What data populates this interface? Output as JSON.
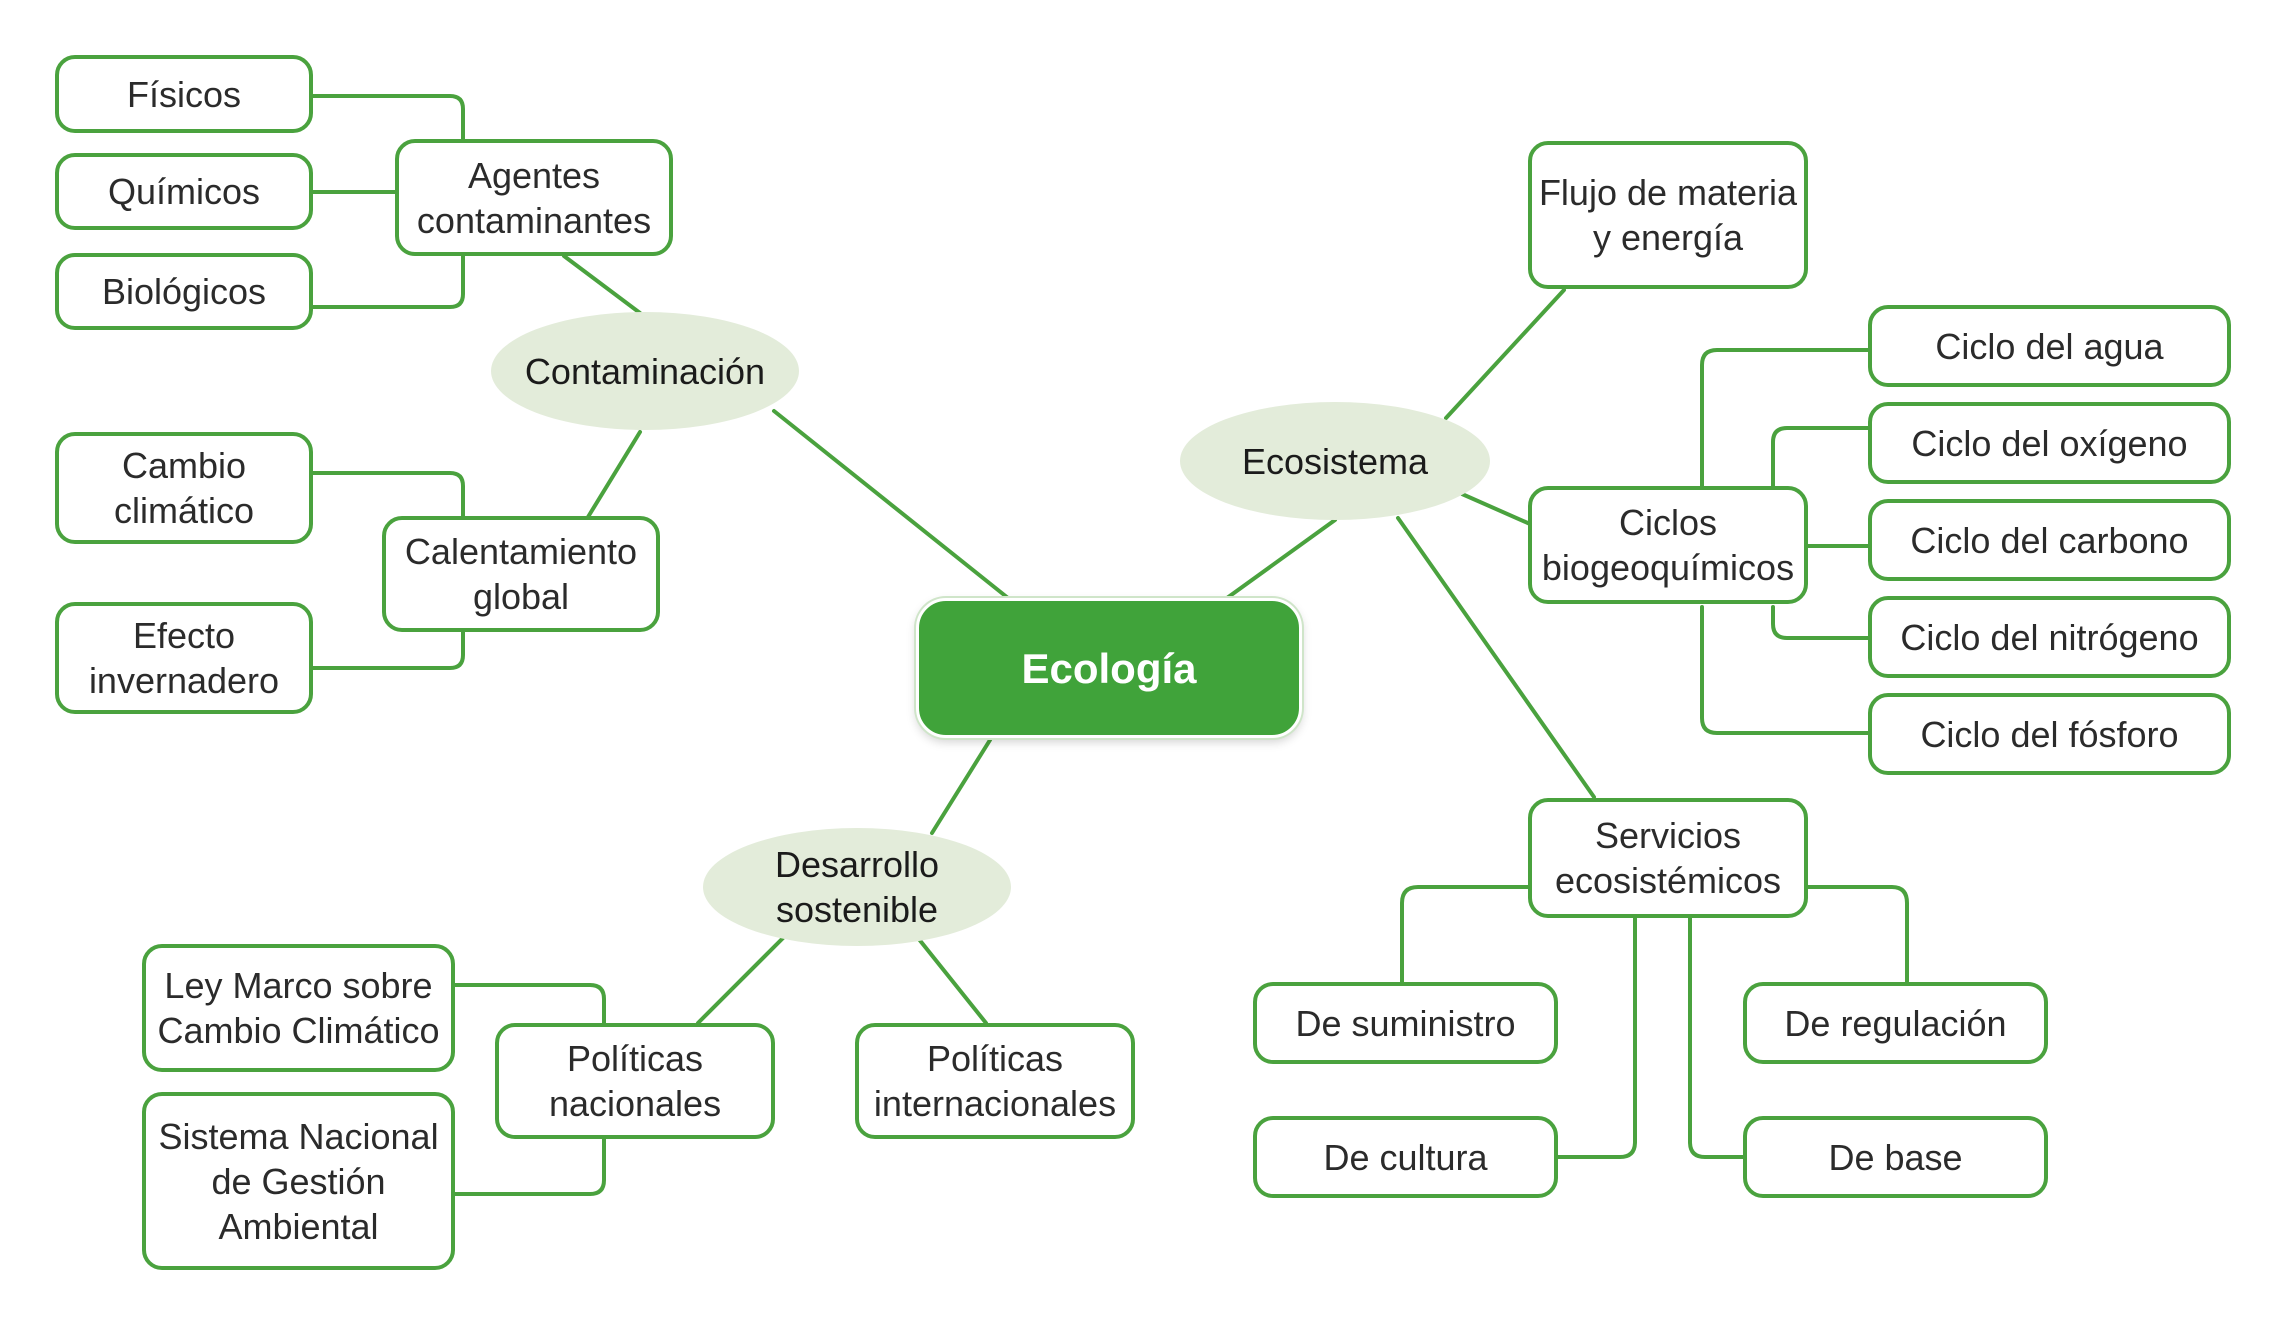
{
  "colors": {
    "accent": "#4aa23e",
    "root_fill": "#40a33a",
    "ellipse_fill": "#e3ecda"
  },
  "diagram": {
    "root": "Ecología",
    "contaminacion": {
      "label": "Contaminación",
      "agentes": {
        "label": "Agentes\ncontaminantes",
        "items": [
          "Físicos",
          "Químicos",
          "Biológicos"
        ]
      },
      "calentamiento": {
        "label": "Calentamiento\nglobal",
        "items": [
          "Cambio\nclimático",
          "Efecto\ninvernadero"
        ]
      }
    },
    "ecosistema": {
      "label": "Ecosistema",
      "flujo": "Flujo de materia\ny energía",
      "ciclos": {
        "label": "Ciclos\nbiogeoquímicos",
        "items": [
          "Ciclo del agua",
          "Ciclo del oxígeno",
          "Ciclo del carbono",
          "Ciclo del nitrógeno",
          "Ciclo del fósforo"
        ]
      },
      "servicios": {
        "label": "Servicios\necosistémicos",
        "items": [
          "De suministro",
          "De cultura",
          "De regulación",
          "De base"
        ]
      }
    },
    "desarrollo": {
      "label": "Desarrollo\nsostenible",
      "nacionales": {
        "label": "Políticas\nnacionales",
        "items": [
          "Ley Marco sobre\nCambio Climático",
          "Sistema Nacional\nde Gestión\nAmbiental"
        ]
      },
      "internacionales": "Políticas\ninternacionales"
    }
  }
}
